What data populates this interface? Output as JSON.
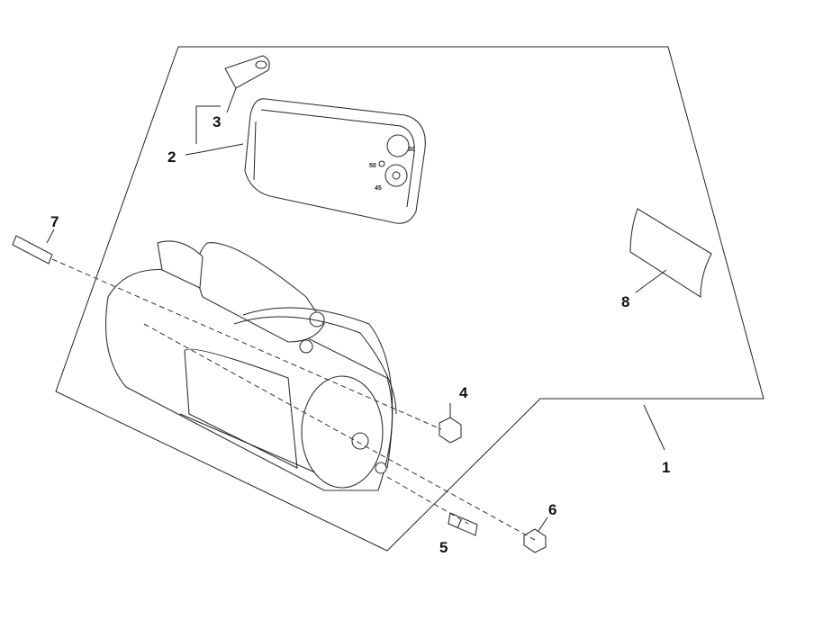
{
  "diagram": {
    "title": "Starter motor assembly",
    "callouts": [
      {
        "id": "1",
        "label": "1"
      },
      {
        "id": "2",
        "label": "2"
      },
      {
        "id": "3",
        "label": "3"
      },
      {
        "id": "4",
        "label": "4"
      },
      {
        "id": "5",
        "label": "5"
      },
      {
        "id": "6",
        "label": "6"
      },
      {
        "id": "7",
        "label": "7"
      },
      {
        "id": "8",
        "label": "8"
      }
    ],
    "cover_markings": [
      "50",
      "30",
      "45"
    ]
  }
}
